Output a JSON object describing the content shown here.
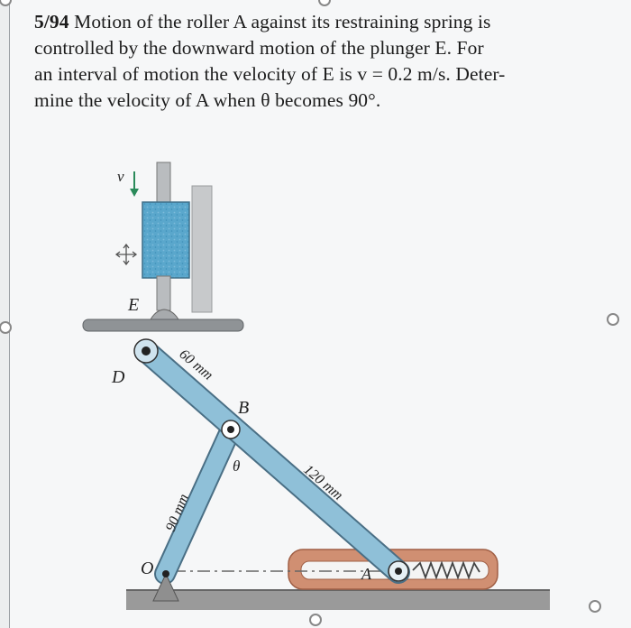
{
  "problem": {
    "number": "5/94",
    "lines": [
      " Motion of the roller A against its restraining spring is",
      "controlled by the downward motion of the plunger E. For",
      "an interval of motion the velocity of E is v = 0.2 m/s. Deter-",
      "mine the velocity of A when θ becomes 90°."
    ]
  },
  "figure": {
    "labels": {
      "v": "v",
      "E": "E",
      "D": "D",
      "B": "B",
      "O": "O",
      "A": "A",
      "theta": "θ",
      "dim_db": "60 mm",
      "dim_ba": "120 mm",
      "dim_ob": "90 mm"
    },
    "colors": {
      "link": "#8fc0d8",
      "link_edge": "#4a6f85",
      "plunger_block": "#5aa7cc",
      "spring_housing": "#d08f72",
      "ground": "#9a9a9a",
      "rod": "#b9bcbf"
    }
  }
}
